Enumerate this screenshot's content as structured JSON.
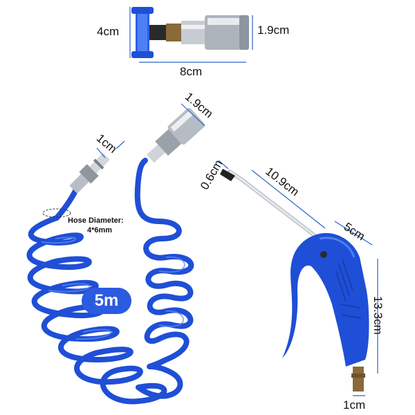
{
  "connector": {
    "height": "4cm",
    "diameter": "1.9cm",
    "length": "8cm"
  },
  "hose": {
    "coupler_diameter": "1.9cm",
    "plug_diameter": "1cm",
    "diameter_label": "Hose Diameter:",
    "diameter_value": "4*6mm",
    "length_badge": "5m"
  },
  "gun": {
    "tip_diameter": "0.6cm",
    "nozzle_length": "10.9cm",
    "top_width": "5cm",
    "height": "13.3cm",
    "plug_width": "1cm"
  },
  "colors": {
    "hose_blue": "#1f4fd6",
    "badge_blue": "#2b5be0",
    "metal": "#b9bec6",
    "brass": "#8a6a3a"
  }
}
